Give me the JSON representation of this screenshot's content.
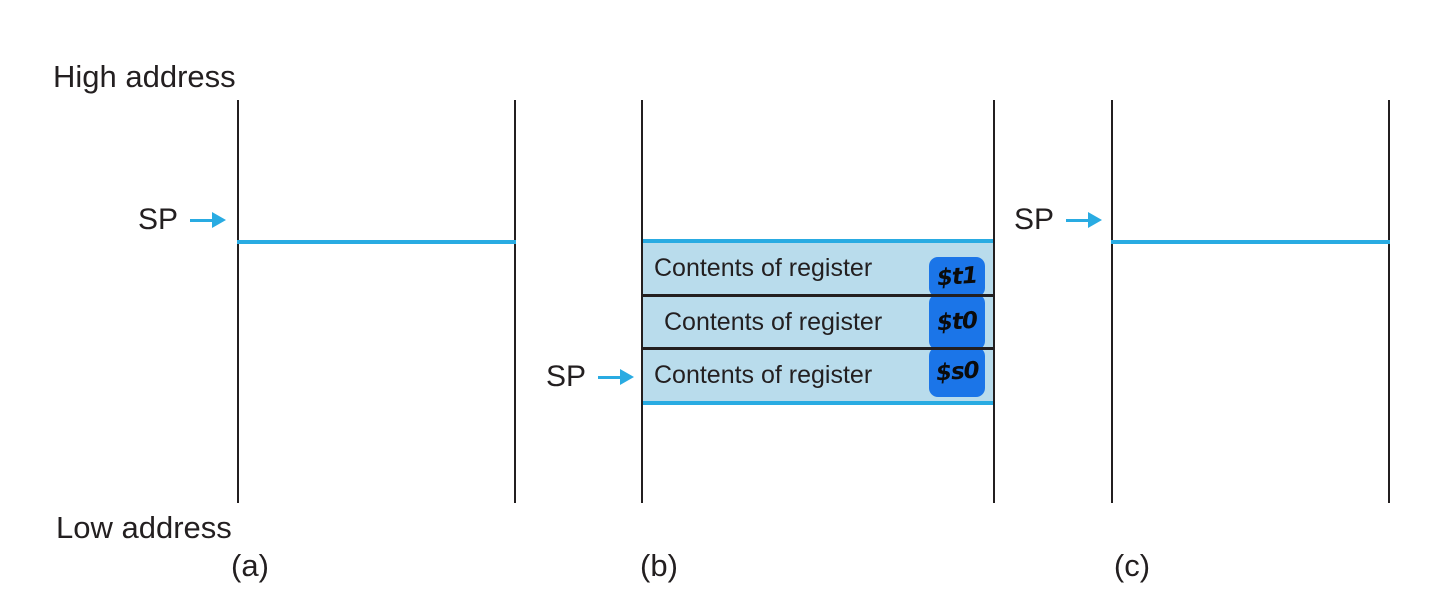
{
  "labels": {
    "high_address": "High address",
    "low_address": "Low address",
    "sp": "SP",
    "row_label": "Contents of register"
  },
  "panels": [
    {
      "caption": "(a)",
      "stack": []
    },
    {
      "caption": "(b)",
      "stack": [
        {
          "label": "Contents of register",
          "register": "$t1"
        },
        {
          "label": "Contents of register",
          "register": "$t0"
        },
        {
          "label": "Contents of register",
          "register": "$s0"
        }
      ]
    },
    {
      "caption": "(c)",
      "stack": []
    }
  ],
  "colors": {
    "pointer_cyan": "#29ABE2",
    "stack_fill_light_blue": "#B9DCEC",
    "register_box_blue": "#1B75E8",
    "ink_black": "#231F20"
  }
}
